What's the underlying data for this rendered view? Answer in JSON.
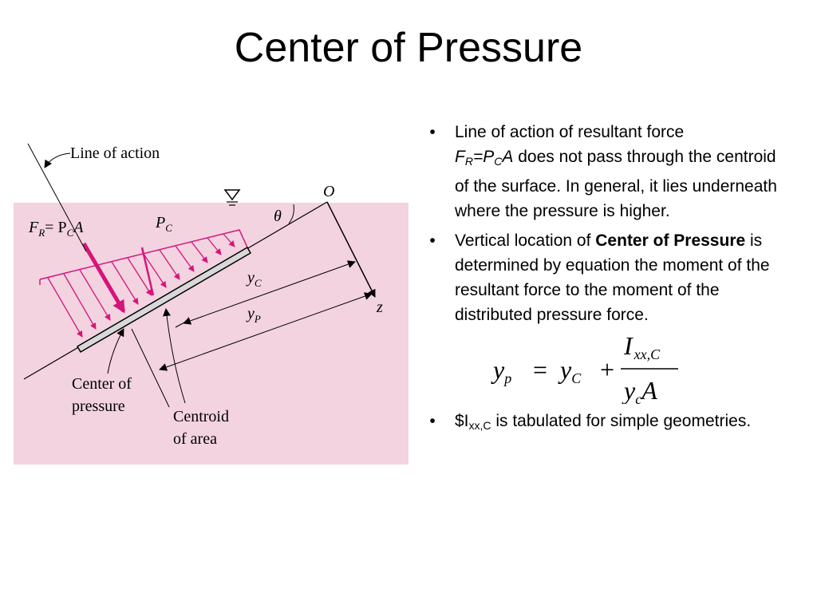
{
  "slide": {
    "title": "Center of Pressure"
  },
  "figure": {
    "line_of_action_label": "Line of action",
    "fr_label_f": "F",
    "fr_label_sub_r": "R",
    "fr_label_eq": "= P",
    "fr_label_sub_c": "C",
    "fr_label_a": "A",
    "pc_label_p": "P",
    "pc_label_sub_c": "C",
    "origin_label": "O",
    "theta_label": "θ",
    "z_label": "z",
    "yc_label_y": "y",
    "yc_label_sub": "C",
    "yp_label_y": "y",
    "yp_label_sub": "P",
    "center_of_pressure_line1": "Center of",
    "center_of_pressure_line2": "pressure",
    "centroid_line1": "Centroid",
    "centroid_line2": "of area",
    "colors": {
      "water": "#f3d3e0",
      "pressure_arrows": "#d4157a",
      "plate": "#d8d8d8"
    }
  },
  "bullets": [
    {
      "line1": "Line of action of resultant force",
      "f": "F",
      "f_sub": "R",
      "eq": "=P",
      "p_sub": "C",
      "a": "A",
      "rest": " does not pass through the centroid of the surface.  In general, it lies underneath where the pressure is higher."
    },
    {
      "pre": "Vertical location of ",
      "bold": "Center of Pressure",
      "post": " is determined by equation the moment of the resultant force to the moment of the distributed pressure force."
    },
    {
      "pre": "$I",
      "sub": "xx,C",
      "post": " is tabulated for simple geometries."
    }
  ],
  "equation": {
    "lhs_y": "y",
    "lhs_sub": "p",
    "equals": "=",
    "yc_y": "y",
    "yc_sub": "C",
    "plus": "+",
    "num_i": "I",
    "num_sub": "xx,C",
    "den_y": "y",
    "den_sub": "c",
    "den_a": "A"
  }
}
